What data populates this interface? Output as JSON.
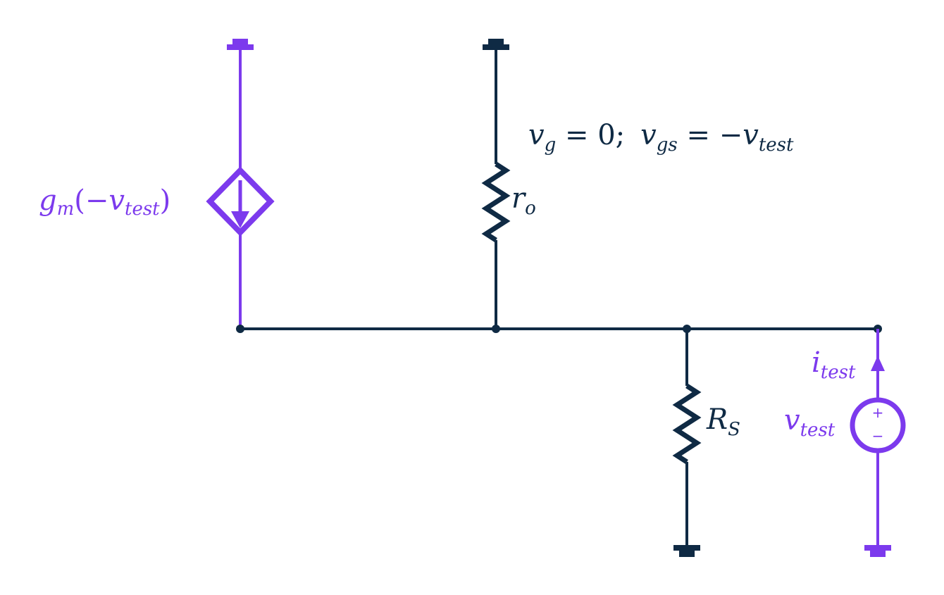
{
  "colors": {
    "wire": "#0f2a44",
    "source": "#7c3aed",
    "background": "#ffffff"
  },
  "labels": {
    "dependent_source": {
      "g": "g",
      "m": "m",
      "open_paren": "(",
      "minus": "−",
      "v": "v",
      "test": "test",
      "close_paren": ")"
    },
    "ro": {
      "r": "r",
      "o": "o"
    },
    "rs": {
      "R": "R",
      "S": "S"
    },
    "equation": {
      "vg_v": "v",
      "vg_sub": "g",
      "eq1": " = ",
      "zero": "0;",
      "vgs_v": "v",
      "vgs_sub": "gs",
      "eq2": " = ",
      "minus": "−",
      "vtest_v": "v",
      "vtest_sub": "test"
    },
    "itest": {
      "i": "i",
      "test": "test"
    },
    "vtest": {
      "v": "v",
      "test": "test"
    },
    "source_polarity": {
      "plus": "+",
      "minus": "−"
    }
  }
}
